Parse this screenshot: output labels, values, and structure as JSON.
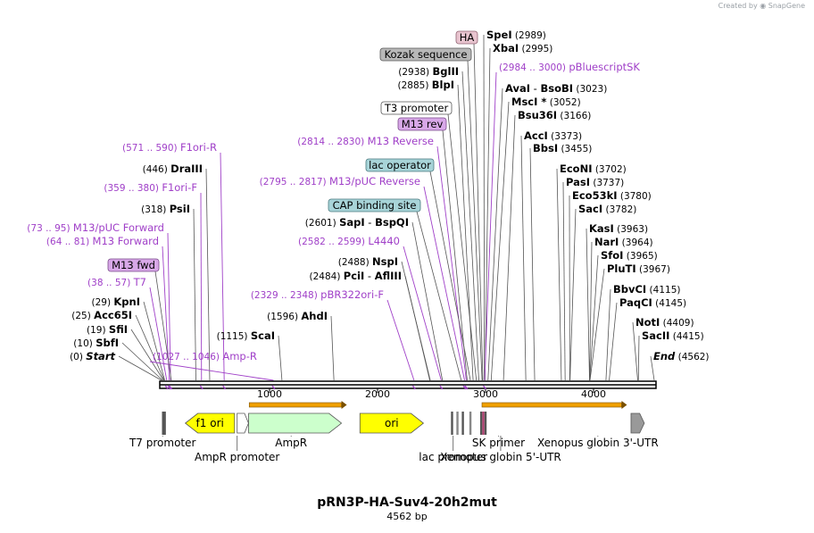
{
  "branding": {
    "created_by": "Created by",
    "app": "SnapGene"
  },
  "plasmid": {
    "name": "pRN3P-HA-Suv4-20h2mut",
    "length_label": "4562 bp",
    "length": 4562
  },
  "ruler": {
    "ticks": [
      "1000",
      "2000",
      "3000",
      "4000"
    ]
  },
  "sites_left": [
    {
      "pos": "(0)",
      "name": "Start",
      "bp": 0,
      "italic": true
    },
    {
      "pos": "(10)",
      "name": "SbfI",
      "bp": 10
    },
    {
      "pos": "(19)",
      "name": "SfiI",
      "bp": 19
    },
    {
      "pos": "(25)",
      "name": "Acc65I",
      "bp": 25
    },
    {
      "pos": "(29)",
      "name": "KpnI",
      "bp": 29
    },
    {
      "pos": "(318)",
      "name": "PsiI",
      "bp": 318
    },
    {
      "pos": "(446)",
      "name": "DraIII",
      "bp": 446
    },
    {
      "pos": "(1115)",
      "name": "ScaI",
      "bp": 1115
    },
    {
      "pos": "(1596)",
      "name": "AhdI",
      "bp": 1596
    },
    {
      "pos": "(2484)",
      "name": "PciI",
      "sep": "-",
      "name2": "AflIII",
      "bp": 2484
    },
    {
      "pos": "(2488)",
      "name": "NspI",
      "bp": 2488
    },
    {
      "pos": "(2601)",
      "name": "SapI",
      "sep": "-",
      "name2": "BspQI",
      "bp": 2601
    },
    {
      "pos": "(2885)",
      "name": "BlpI",
      "bp": 2885
    },
    {
      "pos": "(2938)",
      "name": "BglII",
      "bp": 2938
    }
  ],
  "sites_right": [
    {
      "name": "SpeI",
      "pos": "(2989)",
      "bp": 2989
    },
    {
      "name": "XbaI",
      "pos": "(2995)",
      "bp": 2995
    },
    {
      "name": "AvaI",
      "sep": "-",
      "name2": "BsoBI",
      "pos": "(3023)",
      "bp": 3023
    },
    {
      "name": "MscI",
      "star": "*",
      "pos": "(3052)",
      "bp": 3052
    },
    {
      "name": "Bsu36I",
      "pos": "(3166)",
      "bp": 3166
    },
    {
      "name": "AccI",
      "pos": "(3373)",
      "bp": 3373
    },
    {
      "name": "BbsI",
      "pos": "(3455)",
      "bp": 3455
    },
    {
      "name": "EcoNI",
      "pos": "(3702)",
      "bp": 3702
    },
    {
      "name": "PasI",
      "pos": "(3737)",
      "bp": 3737
    },
    {
      "name": "Eco53kI",
      "pos": "(3780)",
      "bp": 3780
    },
    {
      "name": "SacI",
      "pos": "(3782)",
      "bp": 3782
    },
    {
      "name": "KasI",
      "pos": "(3963)",
      "bp": 3963
    },
    {
      "name": "NarI",
      "pos": "(3964)",
      "bp": 3964
    },
    {
      "name": "SfoI",
      "pos": "(3965)",
      "bp": 3965
    },
    {
      "name": "PluTI",
      "pos": "(3967)",
      "bp": 3967
    },
    {
      "name": "BbvCI",
      "pos": "(4115)",
      "bp": 4115
    },
    {
      "name": "PaqCI",
      "pos": "(4145)",
      "bp": 4145
    },
    {
      "name": "NotI",
      "pos": "(4409)",
      "bp": 4409
    },
    {
      "name": "SacII",
      "pos": "(4415)",
      "bp": 4415
    },
    {
      "name": "End",
      "pos": "(4562)",
      "bp": 4562,
      "italic": true
    }
  ],
  "primers": [
    {
      "range": "(1027 .. 1046)",
      "name": "Amp-R",
      "bp": 1037
    },
    {
      "range": "(38 .. 57)",
      "name": "T7",
      "bp": 48
    },
    {
      "range": "(64 .. 81)",
      "name": "M13 Forward",
      "bp": 72
    },
    {
      "range": "(73 .. 95)",
      "name": "M13/pUC Forward",
      "bp": 84
    },
    {
      "range": "(359 .. 380)",
      "name": "F1ori-F",
      "bp": 370
    },
    {
      "range": "(571 .. 590)",
      "name": "F1ori-R",
      "bp": 580
    },
    {
      "range": "(2329 .. 2348)",
      "name": "pBR322ori-F",
      "bp": 2338
    },
    {
      "range": "(2582 .. 2599)",
      "name": "L4440",
      "bp": 2590
    },
    {
      "range": "(2795 .. 2817)",
      "name": "M13/pUC Reverse",
      "bp": 2806
    },
    {
      "range": "(2814 .. 2830)",
      "name": "M13 Reverse",
      "bp": 2822
    },
    {
      "range": "(2984 .. 3000)",
      "name": "pBluescriptSK",
      "bp": 2992
    }
  ],
  "feature_boxes": [
    {
      "label": "HA",
      "bp": 2975,
      "fill": "#e8c4cf",
      "stroke": "#8f6070"
    },
    {
      "label": "Kozak sequence",
      "bp": 2968,
      "fill": "#b8b8b8",
      "stroke": "#555555"
    },
    {
      "label": "T3 promoter",
      "bp": 2915,
      "fill": "#ffffff",
      "stroke": "#555555"
    },
    {
      "label": "M13 rev",
      "bp": 2830,
      "fill": "#d8a8e8",
      "stroke": "#7a4a8a"
    },
    {
      "label": "lac operator",
      "bp": 2860,
      "fill": "#a8d4d8",
      "stroke": "#4a7a80"
    },
    {
      "label": "CAP binding site",
      "bp": 2775,
      "fill": "#a8d4d8",
      "stroke": "#4a7a80"
    },
    {
      "label": "M13 fwd",
      "bp": 90,
      "fill": "#d8a8e8",
      "stroke": "#7a4a8a"
    }
  ],
  "features": [
    {
      "label": "f1 ori",
      "start": 220,
      "end": 676,
      "dir": "left",
      "fill": "#ffff00"
    },
    {
      "label": "",
      "start": 700,
      "end": 805,
      "dir": "right",
      "fill": "#ffffff"
    },
    {
      "label": "",
      "start": 806,
      "end": 1666,
      "dir": "right",
      "fill": "#ccffcc"
    },
    {
      "label": "ori",
      "start": 1837,
      "end": 2425,
      "dir": "right",
      "fill": "#ffff00"
    },
    {
      "label": "",
      "start": 4347,
      "end": 4470,
      "dir": "right",
      "fill": "#999999"
    }
  ],
  "feature_labels": [
    {
      "text": "T7 promoter",
      "bp": 10,
      "row": 1
    },
    {
      "text": "AmpR promoter",
      "bp": 700,
      "row": 2
    },
    {
      "text": "AmpR",
      "bp": 1200,
      "row": 1
    },
    {
      "text": "lac promoter",
      "bp": 2700,
      "row": 2
    },
    {
      "text": "SK primer",
      "bp": 3120,
      "row": 1
    },
    {
      "text": "Xenopus globin 5'-UTR",
      "bp": 3140,
      "row": 2
    },
    {
      "text": "Xenopus globin 3'-UTR",
      "bp": 4040,
      "row": 1
    }
  ],
  "colors": {
    "enzyme": "#000000",
    "primer": "#a040c8",
    "orf": "#f0a000",
    "backbone": "#000000"
  }
}
